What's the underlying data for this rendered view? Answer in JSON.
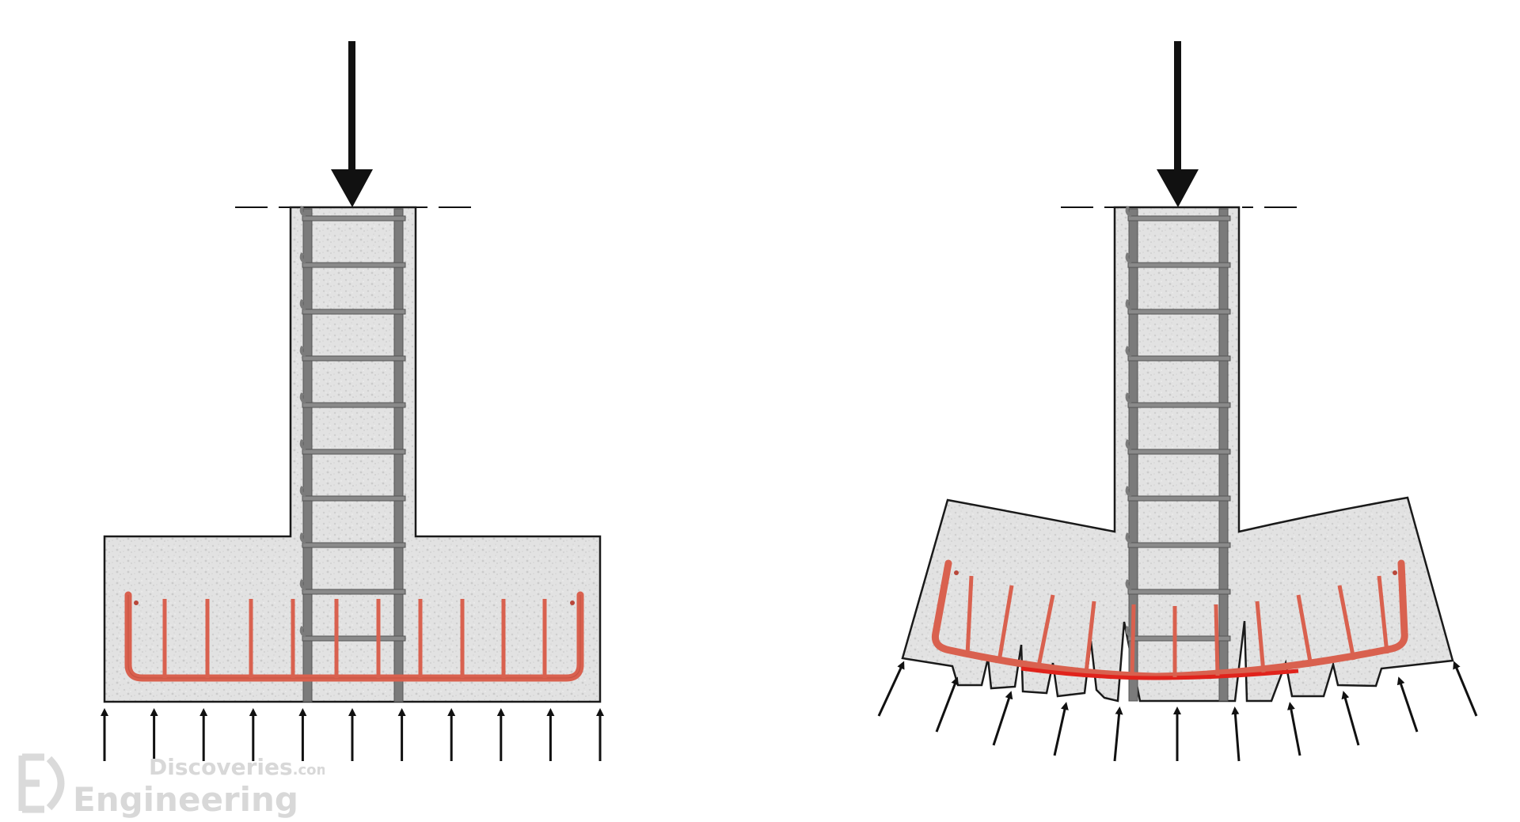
{
  "watermark": {
    "brand_top": "Discoveries",
    "brand_suffix": ".com",
    "brand_bottom": "Engineering",
    "logo_letters": "ED"
  },
  "colors": {
    "concrete": "#e2e2e2",
    "concrete_speckle": "#cfcfcf",
    "outline": "#1a1a1a",
    "rebar": "#7b7b7b",
    "rebar_edge": "#555555",
    "main_rebar": "#d9614f",
    "main_rebar_tension": "#e0231c",
    "arrow": "#111111",
    "watermark": "#d8d8d8"
  },
  "figures": [
    {
      "name": "footing-undeformed",
      "deformed": false
    },
    {
      "name": "footing-deformed-cracked",
      "deformed": true
    }
  ]
}
